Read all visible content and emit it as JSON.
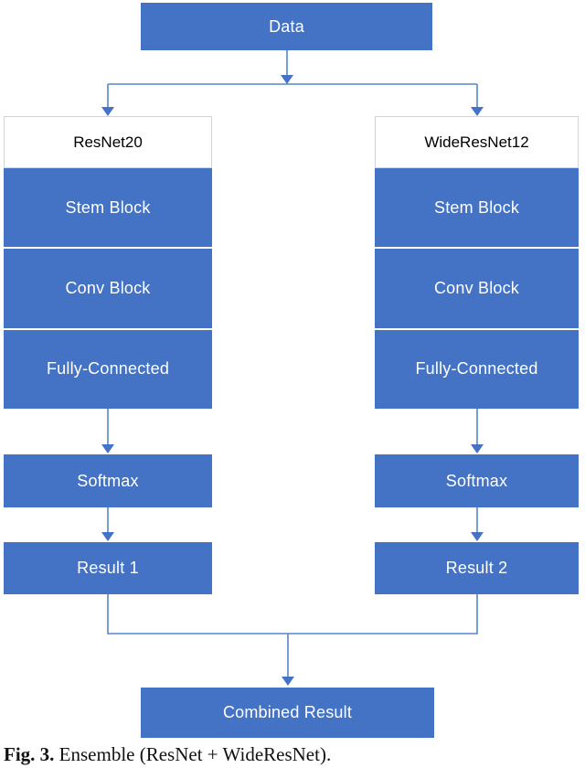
{
  "figure": {
    "type": "flow-diagram",
    "top_node": {
      "label": "Data"
    },
    "columns": [
      {
        "title": "ResNet20",
        "blocks": [
          "Stem Block",
          "Conv Block",
          "Fully-Connected"
        ],
        "softmax_label": "Softmax",
        "result_label": "Result 1"
      },
      {
        "title": "WideResNet12",
        "blocks": [
          "Stem Block",
          "Conv Block",
          "Fully-Connected"
        ],
        "softmax_label": "Softmax",
        "result_label": "Result 2"
      }
    ],
    "bottom_node": {
      "label": "Combined Result"
    },
    "caption": {
      "prefix": "Fig. 3.",
      "text": " Ensemble (ResNet + WideResNet)."
    },
    "colors": {
      "node_fill": "#4472c4",
      "node_text": "#ffffff",
      "connector_line": "#5585cb",
      "arrowhead": "#4472c4",
      "header_fill": "#ffffff",
      "header_border": "#d3d3d3",
      "header_text": "#000000",
      "caption_text": "#111111"
    }
  }
}
